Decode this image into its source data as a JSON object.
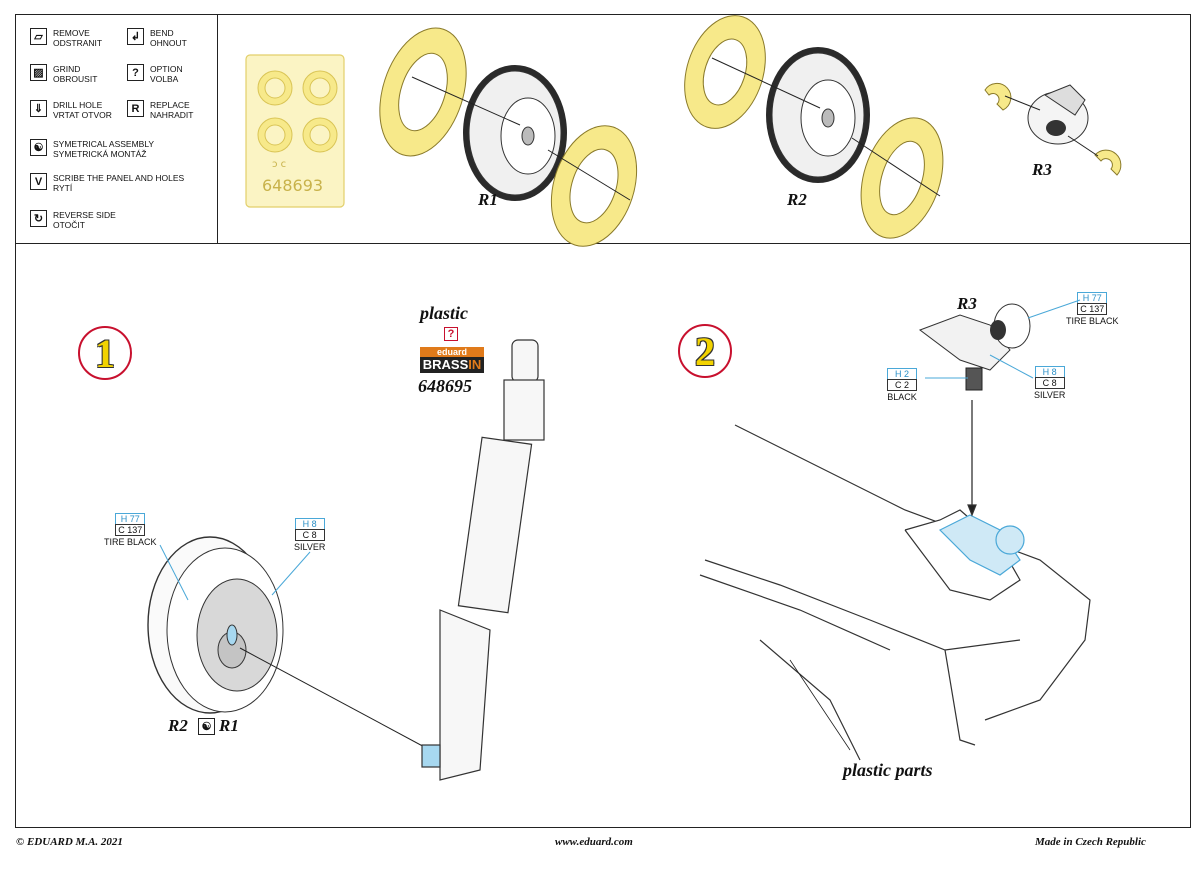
{
  "legend": [
    {
      "icon": "remove-icon",
      "glyph": "▱",
      "line1": "REMOVE",
      "line2": "ODSTRANIT"
    },
    {
      "icon": "bend-icon",
      "glyph": "↲",
      "line1": "BEND",
      "line2": "OHNOUT"
    },
    {
      "icon": "grind-icon",
      "glyph": "▨",
      "line1": "GRIND",
      "line2": "OBROUSIT"
    },
    {
      "icon": "option-icon",
      "glyph": "?",
      "line1": "OPTION",
      "line2": "VOLBA"
    },
    {
      "icon": "drill-hole-icon",
      "glyph": "⇓",
      "line1": "DRILL HOLE",
      "line2": "VRTAT OTVOR"
    },
    {
      "icon": "replace-icon",
      "glyph": "R",
      "line1": "REPLACE",
      "line2": "NAHRADIT"
    },
    {
      "icon": "symmetrical-assembly-icon",
      "glyph": "☯",
      "line1": "SYMETRICAL ASSEMBLY",
      "line2": "SYMETRICKÁ MONTÁŽ"
    },
    {
      "icon": "scribe-icon",
      "glyph": "V",
      "line1": "SCRIBE THE PANEL AND HOLES",
      "line2": "RYTÍ"
    },
    {
      "icon": "reverse-side-icon",
      "glyph": "↻",
      "line1": "REVERSE SIDE",
      "line2": "OTOČIT"
    }
  ],
  "fret": {
    "number": "648693",
    "marks": "ↄ c"
  },
  "parts": {
    "r1": "R1",
    "r2": "R2",
    "r3": "R3"
  },
  "step1": {
    "number": "1",
    "plastic": "plastic",
    "option": "?",
    "brand_top": "eduard",
    "brand_bottom_a": "BRASS",
    "brand_bottom_b": "IN",
    "code": "648695",
    "callout_tire": {
      "h": "H 77",
      "c": "C 137",
      "name": "TIRE BLACK"
    },
    "callout_silver": {
      "h": "H 8",
      "c": "C 8",
      "name": "SILVER"
    },
    "label_r2": "R2",
    "label_r1": "R1"
  },
  "step2": {
    "number": "2",
    "label_r3": "R3",
    "callout_tire": {
      "h": "H 77",
      "c": "C 137",
      "name": "TIRE BLACK"
    },
    "callout_black": {
      "h": "H 2",
      "c": "C 2",
      "name": "BLACK"
    },
    "callout_silver": {
      "h": "H 8",
      "c": "C 8",
      "name": "SILVER"
    },
    "plastic_parts": "plastic parts"
  },
  "footer": {
    "copyright": "© EDUARD  M.A. 2021",
    "website": "www.eduard.com",
    "made_in": "Made in Czech Republic"
  },
  "colors": {
    "photo_etch_yellow": "#f7e98a",
    "callout_blue": "#4aa8d8",
    "step_red": "#c8102e"
  }
}
